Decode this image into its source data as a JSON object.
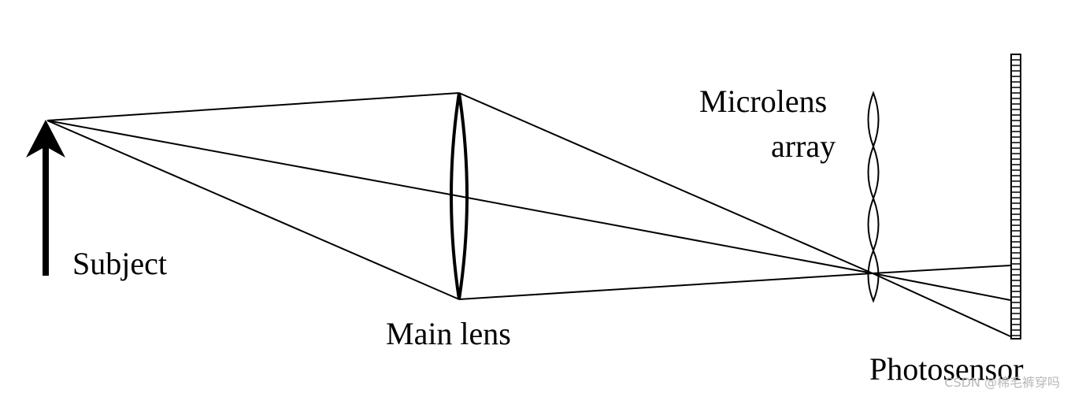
{
  "labels": {
    "subject": "Subject",
    "main_lens": "Main lens",
    "microlens_line1": "Microlens",
    "microlens_line2": "array",
    "photosensor": "Photosensor"
  },
  "watermark": "CSDN @棉毛裤穿吗",
  "colors": {
    "line": "#000000",
    "background": "#ffffff",
    "watermark": "#b8b8b8"
  }
}
